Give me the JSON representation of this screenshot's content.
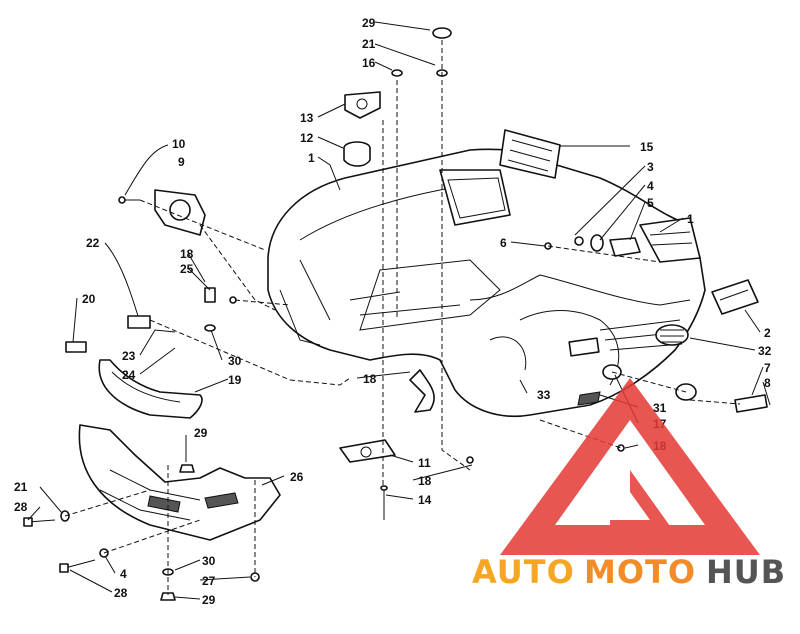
{
  "diagram": {
    "callouts": [
      {
        "id": "c29a",
        "text": "29"
      },
      {
        "id": "c21a",
        "text": "21"
      },
      {
        "id": "c16",
        "text": "16"
      },
      {
        "id": "c13",
        "text": "13"
      },
      {
        "id": "c12",
        "text": "12"
      },
      {
        "id": "c1a",
        "text": "1"
      },
      {
        "id": "c15",
        "text": "15"
      },
      {
        "id": "c10",
        "text": "10"
      },
      {
        "id": "c9",
        "text": "9"
      },
      {
        "id": "c3",
        "text": "3"
      },
      {
        "id": "c4a",
        "text": "4"
      },
      {
        "id": "c5",
        "text": "5"
      },
      {
        "id": "c1b",
        "text": "1"
      },
      {
        "id": "c6",
        "text": "6"
      },
      {
        "id": "c22",
        "text": "22"
      },
      {
        "id": "c18a",
        "text": "18"
      },
      {
        "id": "c25",
        "text": "25"
      },
      {
        "id": "c20",
        "text": "20"
      },
      {
        "id": "c2",
        "text": "2"
      },
      {
        "id": "c32",
        "text": "32"
      },
      {
        "id": "c23",
        "text": "23"
      },
      {
        "id": "c24",
        "text": "24"
      },
      {
        "id": "c30a",
        "text": "30"
      },
      {
        "id": "c19",
        "text": "19"
      },
      {
        "id": "c18b",
        "text": "18"
      },
      {
        "id": "c7",
        "text": "7"
      },
      {
        "id": "c8",
        "text": "8"
      },
      {
        "id": "c33",
        "text": "33"
      },
      {
        "id": "c31",
        "text": "31"
      },
      {
        "id": "c17",
        "text": "17"
      },
      {
        "id": "c29b",
        "text": "29"
      },
      {
        "id": "c18c",
        "text": "18"
      },
      {
        "id": "c11",
        "text": "11"
      },
      {
        "id": "c26",
        "text": "26"
      },
      {
        "id": "c18d",
        "text": "18"
      },
      {
        "id": "c14",
        "text": "14"
      },
      {
        "id": "c21b",
        "text": "21"
      },
      {
        "id": "c28a",
        "text": "28"
      },
      {
        "id": "c30b",
        "text": "30"
      },
      {
        "id": "c4b",
        "text": "4"
      },
      {
        "id": "c27",
        "text": "27"
      },
      {
        "id": "c28b",
        "text": "28"
      },
      {
        "id": "c29c",
        "text": "29"
      }
    ]
  },
  "watermark": {
    "word_part1": "AUTO",
    "word_part2": "MOTO",
    "word_part3": "HUB",
    "logo_color": "#e53935",
    "color_auto": "#f5a623",
    "color_moto": "#f28c28",
    "color_hub": "#555555"
  }
}
